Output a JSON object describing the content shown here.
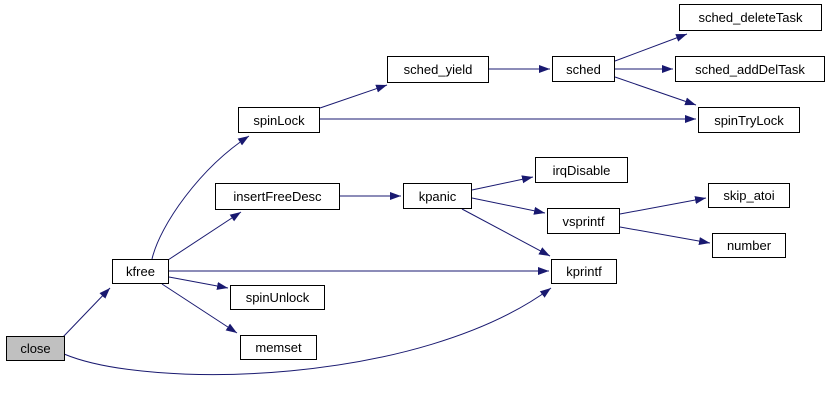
{
  "diagram": {
    "type": "call-graph",
    "root_node": "close",
    "colors": {
      "background": "#ffffff",
      "edge": "#191970",
      "node_border": "#000000",
      "node_fill": "#ffffff",
      "root_node_fill": "#c0c0c0",
      "text": "#000000"
    },
    "nodes": [
      {
        "id": "close",
        "label": "close",
        "root": true
      },
      {
        "id": "kfree",
        "label": "kfree",
        "root": false
      },
      {
        "id": "spinLock",
        "label": "spinLock",
        "root": false
      },
      {
        "id": "insertFreeDesc",
        "label": "insertFreeDesc",
        "root": false
      },
      {
        "id": "sched_yield",
        "label": "sched_yield",
        "root": false
      },
      {
        "id": "sched",
        "label": "sched",
        "root": false
      },
      {
        "id": "sched_deleteTask",
        "label": "sched_deleteTask",
        "root": false
      },
      {
        "id": "sched_addDelTask",
        "label": "sched_addDelTask",
        "root": false
      },
      {
        "id": "spinTryLock",
        "label": "spinTryLock",
        "root": false
      },
      {
        "id": "kpanic",
        "label": "kpanic",
        "root": false
      },
      {
        "id": "irqDisable",
        "label": "irqDisable",
        "root": false
      },
      {
        "id": "vsprintf",
        "label": "vsprintf",
        "root": false
      },
      {
        "id": "skip_atoi",
        "label": "skip_atoi",
        "root": false
      },
      {
        "id": "number",
        "label": "number",
        "root": false
      },
      {
        "id": "kprintf",
        "label": "kprintf",
        "root": false
      },
      {
        "id": "spinUnlock",
        "label": "spinUnlock",
        "root": false
      },
      {
        "id": "memset",
        "label": "memset",
        "root": false
      }
    ],
    "edges": [
      {
        "from": "close",
        "to": "kfree"
      },
      {
        "from": "close",
        "to": "kprintf"
      },
      {
        "from": "kfree",
        "to": "spinLock"
      },
      {
        "from": "kfree",
        "to": "insertFreeDesc"
      },
      {
        "from": "kfree",
        "to": "kprintf"
      },
      {
        "from": "kfree",
        "to": "spinUnlock"
      },
      {
        "from": "kfree",
        "to": "memset"
      },
      {
        "from": "spinLock",
        "to": "sched_yield"
      },
      {
        "from": "spinLock",
        "to": "spinTryLock"
      },
      {
        "from": "sched_yield",
        "to": "sched"
      },
      {
        "from": "sched",
        "to": "sched_deleteTask"
      },
      {
        "from": "sched",
        "to": "sched_addDelTask"
      },
      {
        "from": "sched",
        "to": "spinTryLock"
      },
      {
        "from": "insertFreeDesc",
        "to": "kpanic"
      },
      {
        "from": "kpanic",
        "to": "irqDisable"
      },
      {
        "from": "kpanic",
        "to": "vsprintf"
      },
      {
        "from": "kpanic",
        "to": "kprintf"
      },
      {
        "from": "vsprintf",
        "to": "skip_atoi"
      },
      {
        "from": "vsprintf",
        "to": "number"
      }
    ]
  }
}
